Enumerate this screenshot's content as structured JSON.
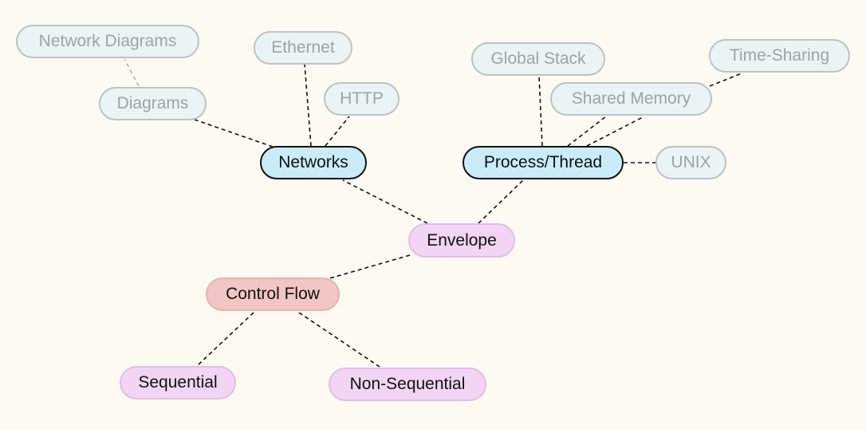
{
  "nodes": {
    "network_diagrams": "Network Diagrams",
    "diagrams": "Diagrams",
    "ethernet": "Ethernet",
    "http": "HTTP",
    "networks": "Networks",
    "global_stack": "Global Stack",
    "time_sharing": "Time-Sharing",
    "shared_memory": "Shared Memory",
    "process_thread": "Process/Thread",
    "unix": "UNIX",
    "envelope": "Envelope",
    "control_flow": "Control Flow",
    "sequential": "Sequential",
    "non_sequential": "Non-Sequential"
  },
  "colors": {
    "background": "#fdfaf2",
    "faded_fill": "#eaf4f4",
    "faded_text": "#9aa5a4",
    "active_fill": "#c9ecf8",
    "pink_fill": "#f2d4f4",
    "red_fill": "#f2c6c4"
  }
}
